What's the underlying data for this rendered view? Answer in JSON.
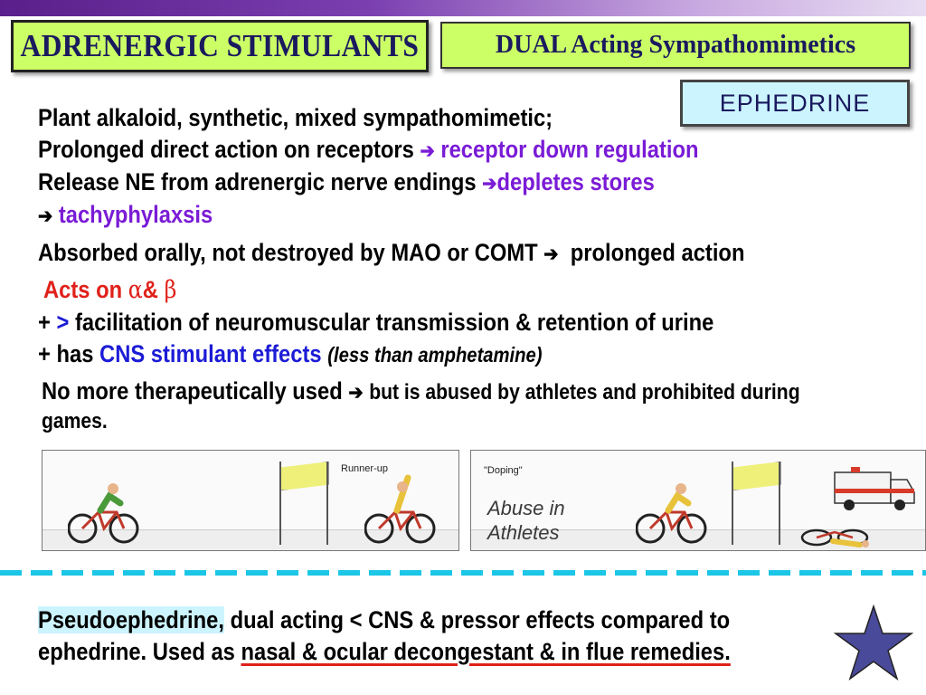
{
  "header": {
    "title": "ADRENERGIC STIMULANTS",
    "subtitle": "DUAL Acting Sympathomimetics",
    "drug": "EPHEDRINE"
  },
  "content": {
    "l1": "Plant alkaloid, synthetic, mixed sympathomimetic;",
    "l2_a": "Prolonged direct action on receptors",
    "l2_b": "receptor down regulation",
    "l3_a": "Release NE from adrenergic nerve endings",
    "l3_b": "depletes stores",
    "l4": "tachyphylaxsis",
    "l5_a": "Absorbed orally, not destroyed  by MAO or COMT",
    "l5_b": "prolonged action",
    "l6_a": "Acts on",
    "l6_alpha": "α",
    "l6_amp": "&",
    "l6_beta": "β",
    "l7_plus": "+",
    "l7_gt": ">",
    "l7_rest": "facilitation of neuromuscular transmission & retention of urine",
    "l8_a": "+ has",
    "l8_b": "CNS stimulant effects",
    "l8_c": "(less than amphetamine)",
    "l9_a": "No more therapeutically used",
    "l9_b": "but is abused by athletes and prohibited during",
    "l10": "games."
  },
  "illustration": {
    "panel1_caption": "Runner-up",
    "panel2_caption": "\"Doping\"",
    "panel2_label": "Abuse in\nAthletes"
  },
  "footer": {
    "f1_hl": "Pseudoephedrine,",
    "f1_rest": " dual acting < CNS & pressor effects compared to",
    "f2_a": "ephedrine. Used as ",
    "f2_b": "nasal & ocular decongestant & in flue remedies."
  },
  "colors": {
    "title_bg": "#ccff66",
    "drug_bg": "#ccf4ff",
    "purple": "#7a1bd6",
    "blue": "#1c1cd6",
    "red": "#e0201a",
    "star": "#4a4a9a"
  },
  "icons": [
    "right-arrow-icon",
    "star-icon",
    "cyclist-icon",
    "finish-flag-icon",
    "ambulance-icon"
  ]
}
